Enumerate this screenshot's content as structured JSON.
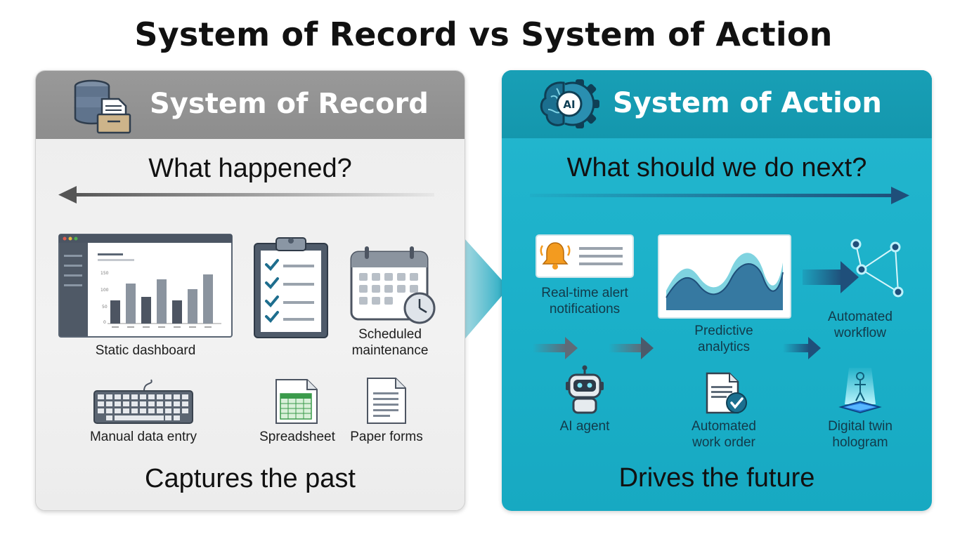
{
  "title": "System of Record vs System of Action",
  "left_panel": {
    "header": "System of Record",
    "question": "What happened?",
    "items": {
      "dashboard": "Static dashboard",
      "maintenance": [
        "Scheduled",
        "maintenance"
      ],
      "data_entry": "Manual data entry",
      "spreadsheet": "Spreadsheet",
      "paper_forms": "Paper forms"
    },
    "dashboard_axis_ticks": [
      "150",
      "100",
      "50",
      "0"
    ],
    "footer": "Captures the past",
    "colors": {
      "header": "#999999",
      "body": "#efefef"
    }
  },
  "right_panel": {
    "header": "System of Action",
    "icon_badge": "AI",
    "question": "What should we do next?",
    "items": {
      "alerts": [
        "Real-time alert",
        "notifications"
      ],
      "analytics": [
        "Predictive",
        "analytics"
      ],
      "workflow": [
        "Automated",
        "workflow"
      ],
      "agent": "AI agent",
      "work_order": [
        "Automated",
        "work order"
      ],
      "twin": [
        "Digital twin",
        "hologram"
      ]
    },
    "footer": "Drives the future",
    "colors": {
      "header": "#189fb6",
      "body": "#1fb3cb",
      "accent": "#1f4f7a"
    }
  },
  "icons": [
    "database-icon",
    "folder-icon",
    "brain-gear-icon",
    "clipboard-icon",
    "calendar-icon",
    "clock-icon",
    "keyboard-icon",
    "spreadsheet-icon",
    "document-icon",
    "bell-icon",
    "robot-icon",
    "network-icon",
    "hologram-icon"
  ]
}
